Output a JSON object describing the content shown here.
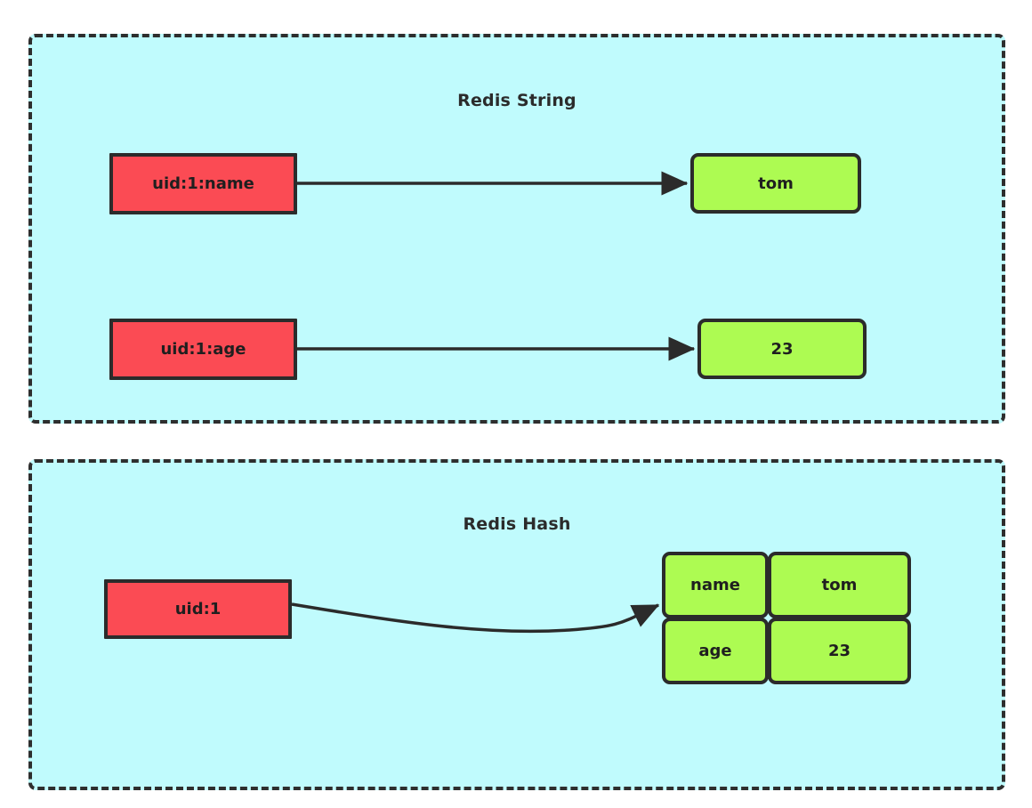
{
  "diagram": {
    "background_color": "#ffffff",
    "panel_fill": "#c0fbfd",
    "panel_border": "#2e2e2e",
    "key_color": "#fb4b54",
    "value_color": "#adfb52",
    "text_color": "#1f1f1f"
  },
  "panels": [
    {
      "id": "string",
      "title": "Redis String",
      "keys": [
        {
          "label": "uid:1:name"
        },
        {
          "label": "uid:1:age"
        }
      ],
      "values": [
        {
          "label": "tom"
        },
        {
          "label": "23"
        }
      ]
    },
    {
      "id": "hash",
      "title": "Redis Hash",
      "keys": [
        {
          "label": "uid:1"
        }
      ],
      "table": {
        "rows": [
          {
            "field": "name",
            "value": "tom"
          },
          {
            "field": "age",
            "value": "23"
          }
        ]
      }
    }
  ],
  "connectors": [
    {
      "name": "arrow-uid1name-to-tom",
      "style": "straight"
    },
    {
      "name": "arrow-uid1age-to-23",
      "style": "straight"
    },
    {
      "name": "arrow-uid1-to-hash-table",
      "style": "curved"
    }
  ]
}
